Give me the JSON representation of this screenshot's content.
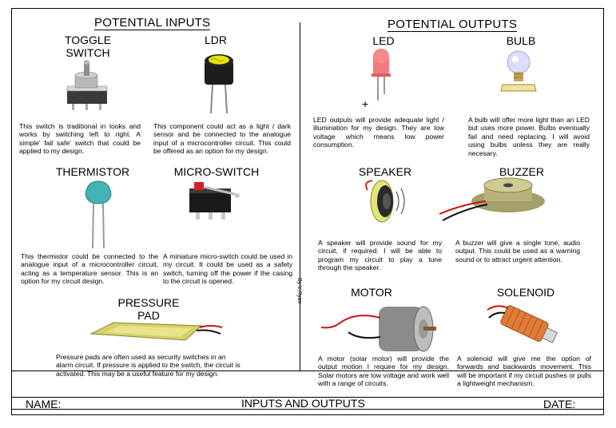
{
  "sections": {
    "inputs_heading": "POTENTIAL INPUTS",
    "outputs_heading": "POTENTIAL OUTPUTS"
  },
  "inputs": {
    "toggle": {
      "title_line1": "TOGGLE",
      "title_line2": "SWITCH",
      "desc": "This switch is traditional in looks and works by switching left to right. A simple' fail safe' switch that could be applied to my design."
    },
    "ldr": {
      "title": "LDR",
      "desc": "This component could act as a light / dark sensor and be connected to the analogue input of a microcontroller circuit. This could be offered as an option for my design."
    },
    "thermistor": {
      "title": "THERMISTOR",
      "desc": "This thermistor could be connected to the analogue input of a microcontroller circuit, acting as a temperature sensor. This is an option for my circuit design."
    },
    "microswitch": {
      "title": "MICRO-SWITCH",
      "desc": "A miniature micro-switch could be used in my circuit. It could be used as a safety switch, turning off the power if the casing to the circuit is opened."
    },
    "pressure": {
      "title_line1": "PRESSURE",
      "title_line2": "PAD",
      "desc": "Pressure pads are often used as security switches in an alarm circuit. If pressure is applied to the switch, the circuit is activated.  This may be a useful feature for my design."
    }
  },
  "outputs": {
    "led": {
      "title": "LED",
      "plus": "+",
      "desc": "LED outputs will provide adequate light / illumination for my design. They are low voltage which means low power consumption."
    },
    "bulb": {
      "title": "BULB",
      "desc": "A bulb will offer more light than an LED but uses more power. Bulbs eventually fail and need replacing. I will avoid using bulbs unless they are really necesary."
    },
    "speaker": {
      "title": "SPEAKER",
      "desc": "A speaker will provide sound for my circuit, if required. I will be able to program my circuit to play a tune through the speaker."
    },
    "buzzer": {
      "title": "BUZZER",
      "desc": "A buzzer will give a single tone, audio output. This could be used as a warning sound or to attract urgent attention."
    },
    "motor": {
      "title": "MOTOR",
      "desc": "A motor (solar motor) will provide the output motion I require for my design. Solar motors are low voltage and work well with a range of circuits."
    },
    "solenoid": {
      "title": "SOLENOID",
      "desc": "A solenoid will give me the option of forwards and backwards movement. This will be important if my circuit pushes or pulls a lightweight mechanism."
    }
  },
  "credit": "By V.Ryan",
  "footer": {
    "name_label": "NAME:",
    "center_title": "INPUTS AND OUTPUTS",
    "date_label": "DATE:"
  }
}
